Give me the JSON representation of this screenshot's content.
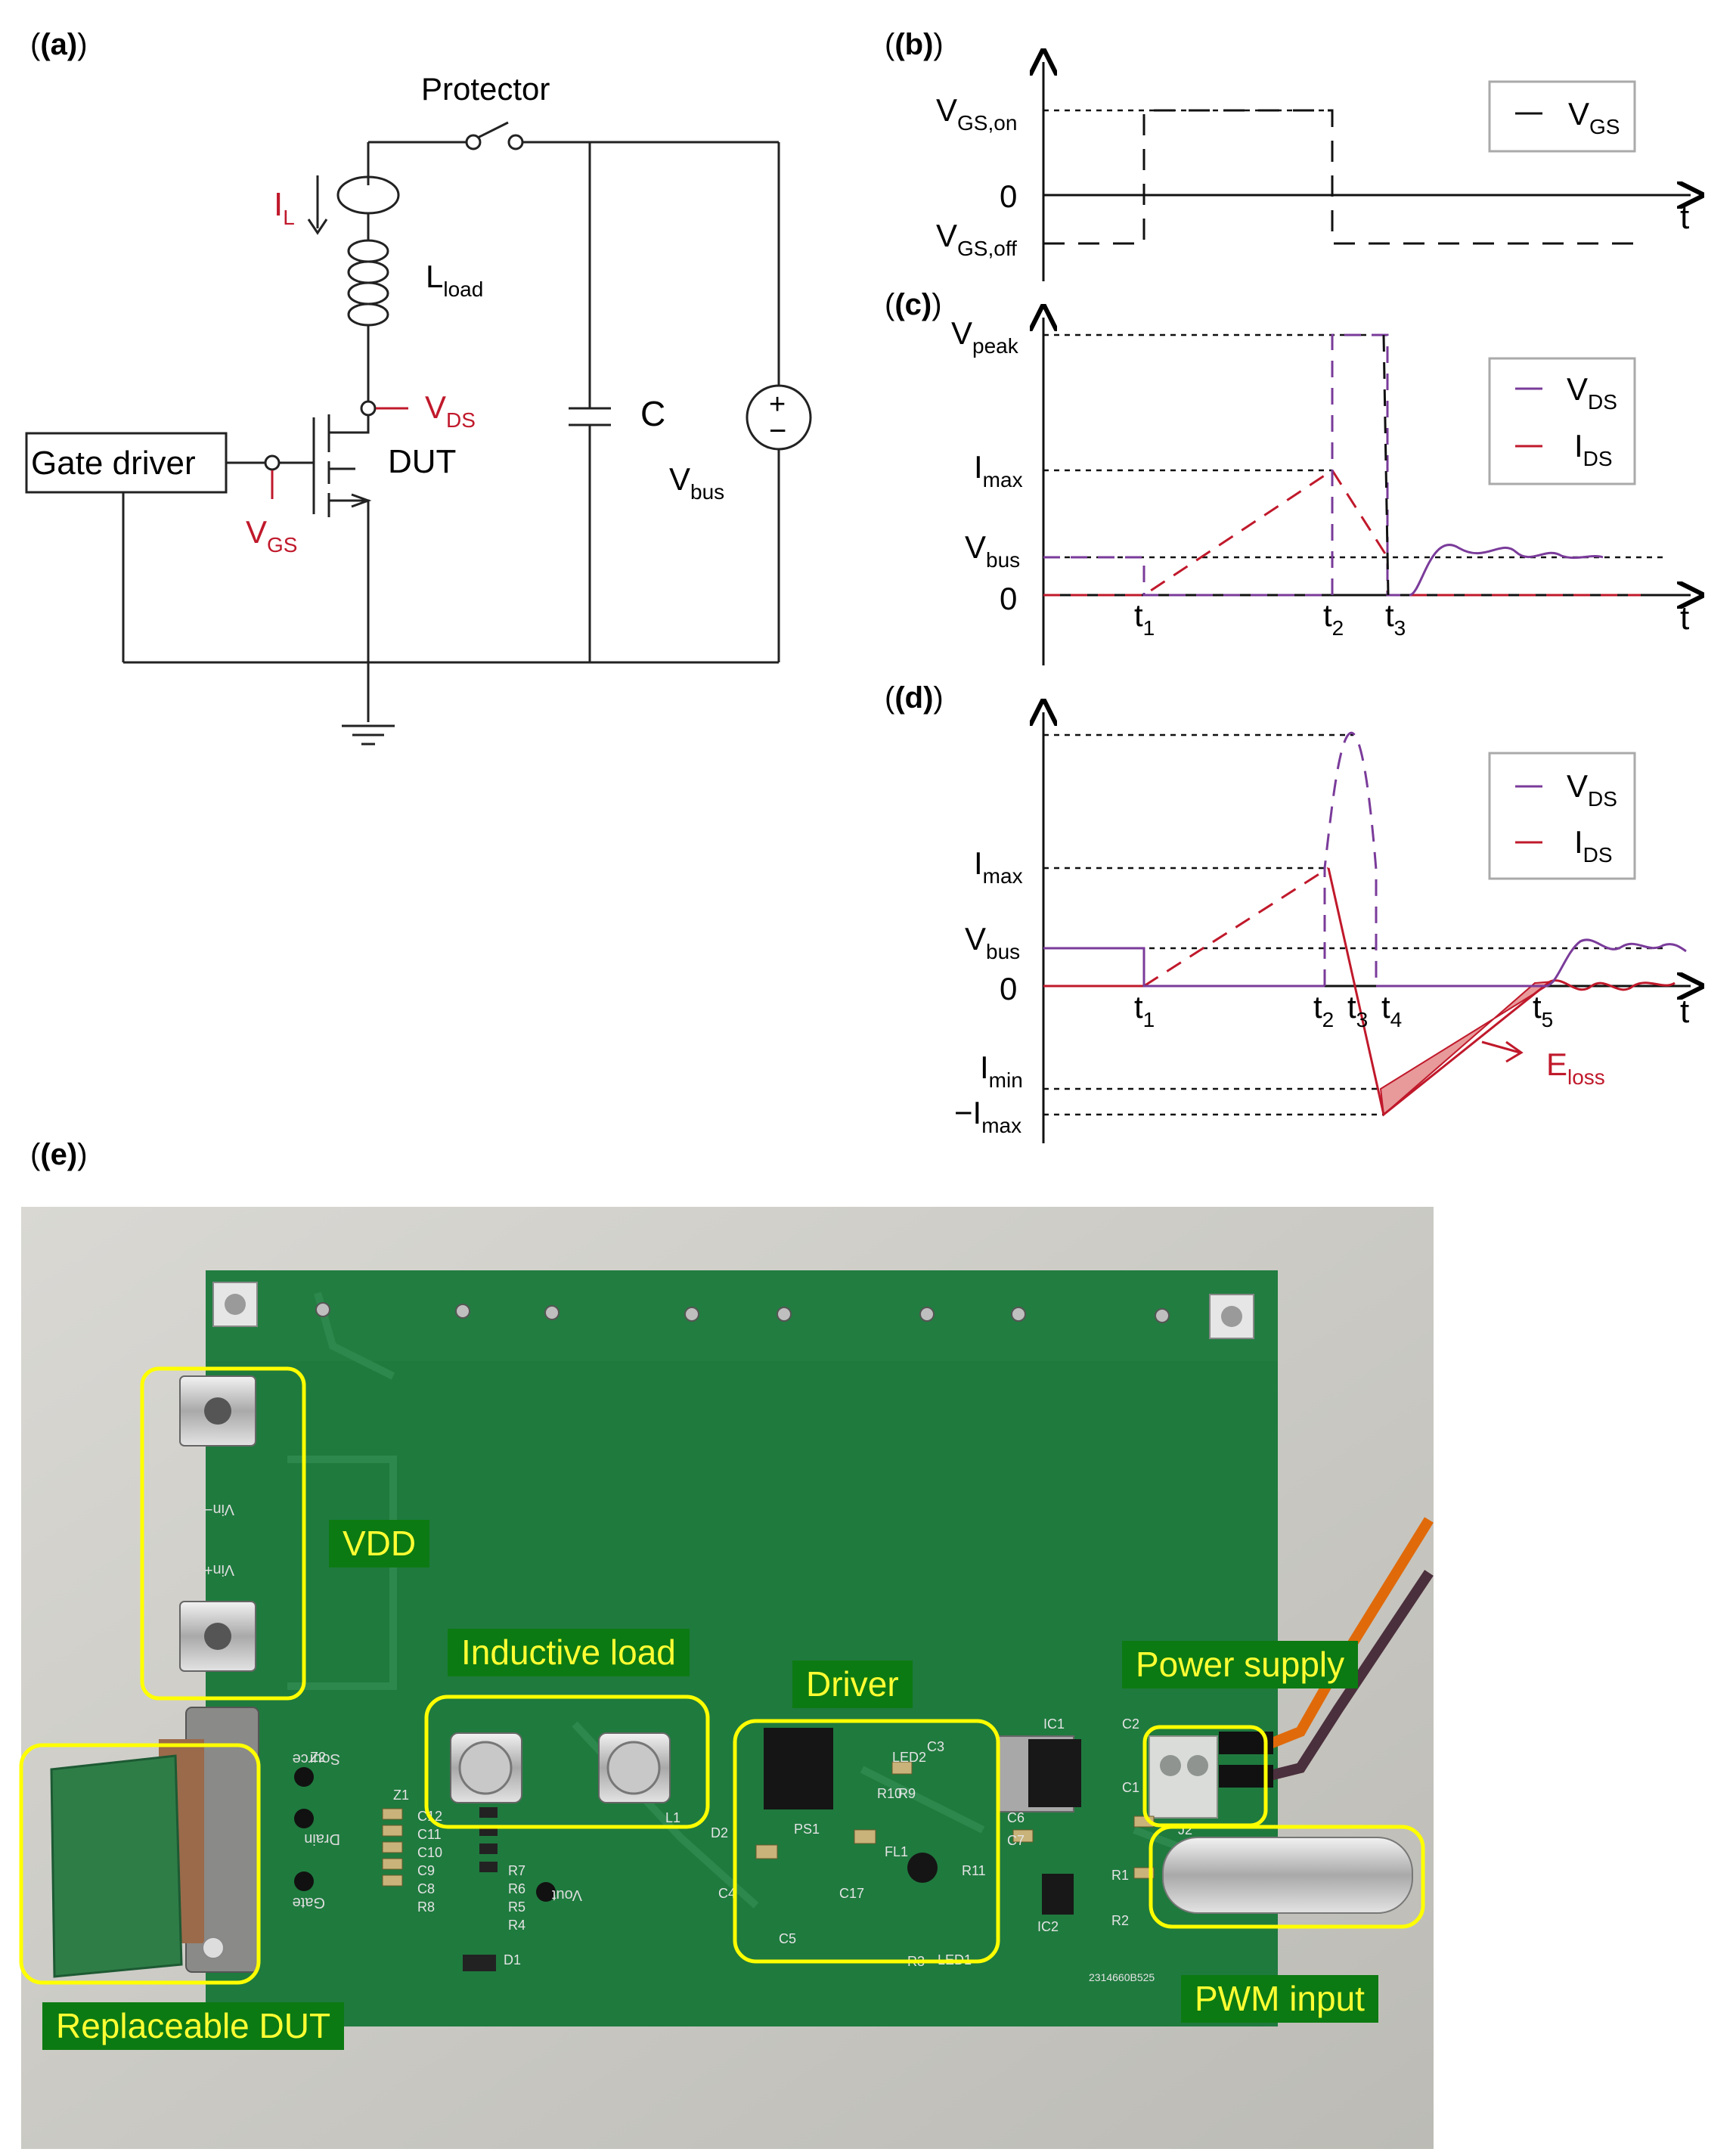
{
  "panels": {
    "a": "(a)",
    "b": "(b)",
    "c": "(c)",
    "d": "(d)",
    "e": "(e)"
  },
  "circuit": {
    "protector": "Protector",
    "gate_driver": "Gate driver",
    "il": "I",
    "il_sub": "L",
    "lload": "L",
    "lload_sub": "load",
    "vds": "V",
    "vds_sub": "DS",
    "dut": "DUT",
    "vgs": "V",
    "vgs_sub": "GS",
    "cap": "C",
    "vbus": "V",
    "vbus_sub": "bus",
    "plus": "+",
    "minus": "−"
  },
  "panel_b": {
    "vgs_on": "V",
    "vgs_on_sub": "GS,on",
    "zero": "0",
    "vgs_off": "V",
    "vgs_off_sub": "GS,off",
    "t": "t",
    "legend": "V",
    "legend_sub": "GS"
  },
  "panel_c": {
    "vpeak": "V",
    "vpeak_sub": "peak",
    "imax": "I",
    "imax_sub": "max",
    "vbus": "V",
    "vbus_sub": "bus",
    "zero": "0",
    "t1": "t",
    "t1_sub": "1",
    "t2": "t",
    "t2_sub": "2",
    "t3": "t",
    "t3_sub": "3",
    "t": "t",
    "legend_vds": "V",
    "legend_vds_sub": "DS",
    "legend_ids": "I",
    "legend_ids_sub": "DS"
  },
  "panel_d": {
    "imax": "I",
    "imax_sub": "max",
    "vbus": "V",
    "vbus_sub": "bus",
    "zero": "0",
    "imin": "I",
    "imin_sub": "min",
    "neg_imax": "−I",
    "neg_imax_sub": "max",
    "t1": "t",
    "t1_sub": "1",
    "t2": "t",
    "t2_sub": "2",
    "t3": "t",
    "t3_sub": "3",
    "t4": "t",
    "t4_sub": "4",
    "t5": "t",
    "t5_sub": "5",
    "t": "t",
    "eloss": "E",
    "eloss_sub": "loss",
    "legend_vds": "V",
    "legend_vds_sub": "DS",
    "legend_ids": "I",
    "legend_ids_sub": "DS"
  },
  "photo": {
    "labels": {
      "vdd": "VDD",
      "inductive_load": "Inductive load",
      "driver": "Driver",
      "power_supply": "Power supply",
      "replaceable_dut": "Replaceable DUT",
      "pwm_input": "PWM input"
    },
    "silkscreen": [
      "Vin−",
      "Vin+",
      "Source",
      "Drain",
      "Gate",
      "Vout",
      "Z2",
      "Z1",
      "L1",
      "PS1",
      "FL1",
      "LED1",
      "LED2",
      "R3",
      "R9",
      "R10",
      "R11",
      "C3",
      "C4",
      "C5",
      "C17",
      "C6",
      "C7",
      "IC1",
      "IC2",
      "C1",
      "C2",
      "R1",
      "R2",
      "J2",
      "D1",
      "D2",
      "C12",
      "C11",
      "C10",
      "C9",
      "C8",
      "R8",
      "R4",
      "R5",
      "R6",
      "R7",
      "2314660B525"
    ]
  },
  "colors": {
    "red": "#c0192b",
    "purple": "#7a3b9a",
    "pcb_green": "#1f7a3e",
    "label_bg": "#0c7a12",
    "label_fg": "#ffff33",
    "highlight": "#ffff00"
  }
}
